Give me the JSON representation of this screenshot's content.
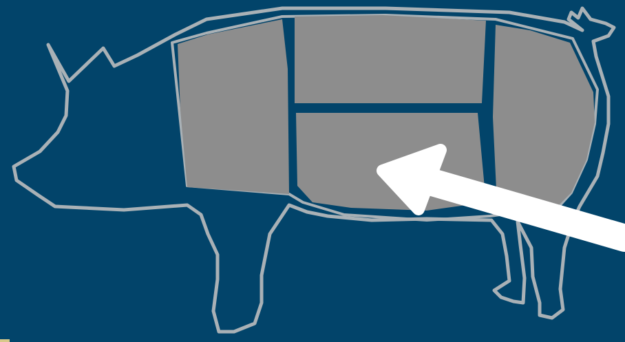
{
  "colors": {
    "background": "#02446a",
    "outline": "#a9b1b6",
    "cut_fill": "#8d8d8d",
    "arrow": "#ffffff",
    "corner_mark": "#d8c98a"
  },
  "diagram": {
    "subject": "pig-outline",
    "cuts": [
      {
        "id": "shoulder"
      },
      {
        "id": "loin"
      },
      {
        "id": "belly",
        "highlighted": true
      },
      {
        "id": "ham"
      }
    ],
    "pointer": {
      "icon": "arrow-icon",
      "target": "belly"
    }
  }
}
